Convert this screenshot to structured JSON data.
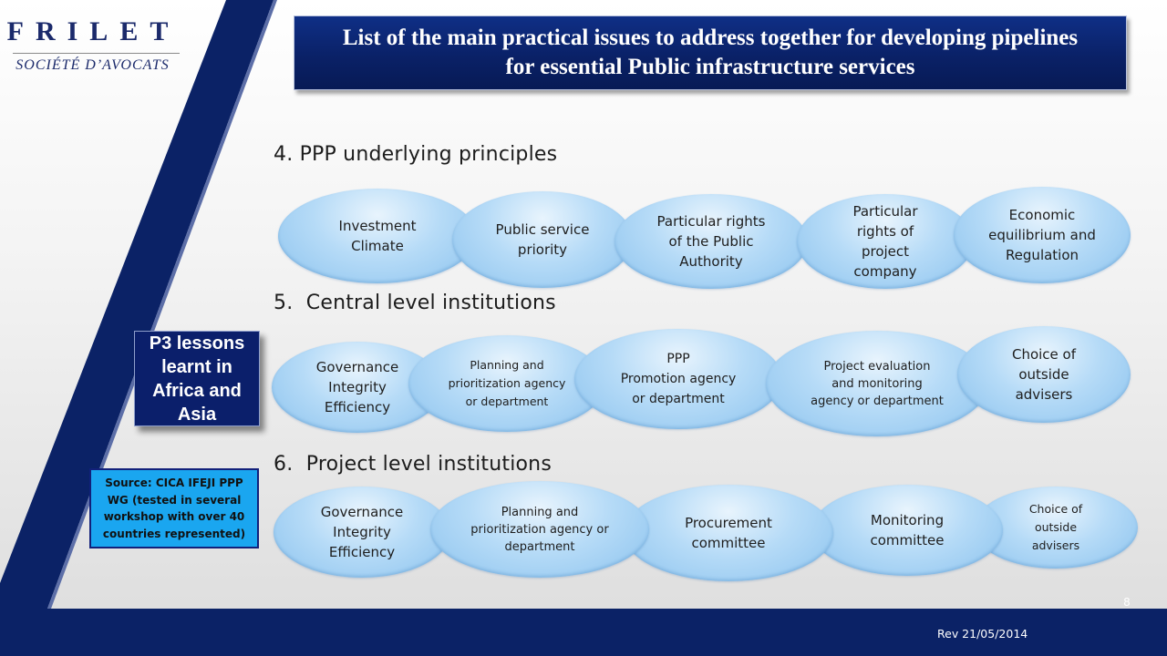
{
  "logo": {
    "name": "FRILET",
    "subtitle": "SOCIÉTÉ D’AVOCATS"
  },
  "title": "List of the main practical issues to address together for developing pipelines for essential Public infrastructure services",
  "sections": [
    {
      "number": "4.",
      "heading": "PPP underlying principles",
      "items": [
        "Investment\nClimate",
        "Public service\npriority",
        "Particular rights\nof the Public\nAuthority",
        "Particular\nrights of\nproject\ncompany",
        "Economic\nequilibrium and\nRegulation"
      ]
    },
    {
      "number": "5.",
      "heading": "Central level institutions",
      "items": [
        "Governance\nIntegrity\nEfficiency",
        "Planning and\nprioritization agency\nor department",
        "PPP\nPromotion agency\nor department",
        "Project evaluation\nand monitoring\nagency or department",
        "Choice of\noutside\nadvisers"
      ]
    },
    {
      "number": "6.",
      "heading": "Project level institutions",
      "items": [
        "Governance\nIntegrity\nEfficiency",
        "Planning and\nprioritization agency or\ndepartment",
        "Procurement\ncommittee",
        "Monitoring\ncommittee",
        "Choice of\noutside\nadvisers"
      ]
    }
  ],
  "side_box": "P3 lessons\nlearnt in\nAfrica and\nAsia",
  "source": "Source: CICA IFEJI PPP WG (tested in several workshop with over 40 countries represented)",
  "footer": {
    "page_number": "8",
    "revision": "Rev 21/05/2014"
  },
  "colors": {
    "navy": "#0b2266",
    "title_blue": "#0a2167",
    "oval_light": "#e8f4fd",
    "oval_dark": "#8cc3ee",
    "source_cyan": "#1aa6f0"
  }
}
